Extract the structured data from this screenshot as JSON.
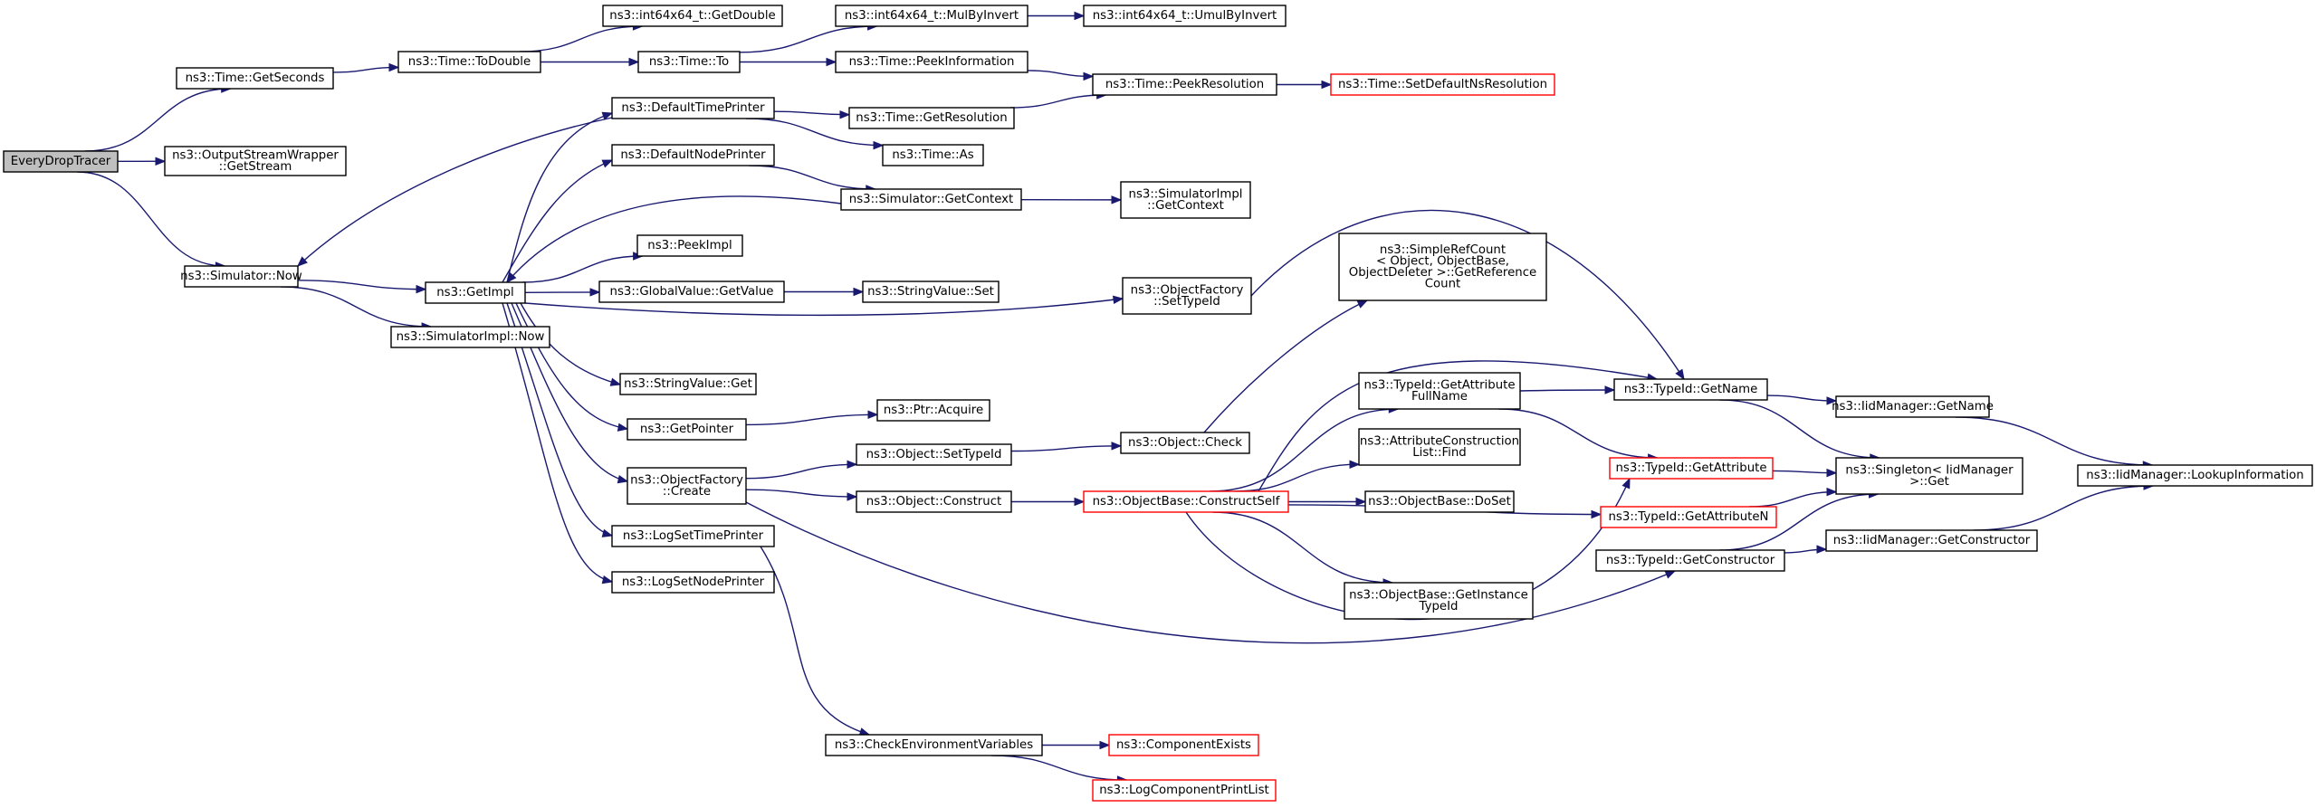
{
  "colors": {
    "edge": "#191970",
    "node_border": "#000000",
    "node_border_truncated": "#ff0000",
    "root_fill": "#bfbfbf"
  },
  "nodes": [
    {
      "id": "n0",
      "lines": [
        "EveryDropTracer"
      ],
      "style": "root"
    },
    {
      "id": "n1",
      "lines": [
        "ns3::Time::GetSeconds"
      ]
    },
    {
      "id": "n2",
      "lines": [
        "ns3::OutputStreamWrapper",
        "::GetStream"
      ]
    },
    {
      "id": "n3",
      "lines": [
        "ns3::Simulator::Now"
      ]
    },
    {
      "id": "n4",
      "lines": [
        "ns3::Time::ToDouble"
      ]
    },
    {
      "id": "n5",
      "lines": [
        "ns3::int64x64_t::GetDouble"
      ]
    },
    {
      "id": "n6",
      "lines": [
        "ns3::Time::To"
      ]
    },
    {
      "id": "n7",
      "lines": [
        "ns3::int64x64_t::MulByInvert"
      ]
    },
    {
      "id": "n8",
      "lines": [
        "ns3::int64x64_t::UmulByInvert"
      ]
    },
    {
      "id": "n9",
      "lines": [
        "ns3::Time::PeekInformation"
      ]
    },
    {
      "id": "n10",
      "lines": [
        "ns3::Time::PeekResolution"
      ]
    },
    {
      "id": "n11",
      "lines": [
        "ns3::Time::SetDefaultNsResolution"
      ],
      "style": "red"
    },
    {
      "id": "n12",
      "lines": [
        "ns3::GetImpl"
      ]
    },
    {
      "id": "n13",
      "lines": [
        "ns3::SimulatorImpl::Now"
      ]
    },
    {
      "id": "n14",
      "lines": [
        "ns3::DefaultTimePrinter"
      ]
    },
    {
      "id": "n15",
      "lines": [
        "ns3::Time::GetResolution"
      ]
    },
    {
      "id": "n16",
      "lines": [
        "ns3::Time::As"
      ]
    },
    {
      "id": "n17",
      "lines": [
        "ns3::DefaultNodePrinter"
      ]
    },
    {
      "id": "n18",
      "lines": [
        "ns3::Simulator::GetContext"
      ]
    },
    {
      "id": "n19",
      "lines": [
        "ns3::SimulatorImpl",
        "::GetContext"
      ]
    },
    {
      "id": "n20",
      "lines": [
        "ns3::PeekImpl"
      ]
    },
    {
      "id": "n21",
      "lines": [
        "ns3::GlobalValue::GetValue"
      ]
    },
    {
      "id": "n22",
      "lines": [
        "ns3::StringValue::Set"
      ]
    },
    {
      "id": "n23",
      "lines": [
        "ns3::ObjectFactory",
        "::SetTypeId"
      ]
    },
    {
      "id": "n24",
      "lines": [
        "ns3::SimpleRefCount",
        "< Object, ObjectBase,",
        "ObjectDeleter >::GetReference",
        "Count"
      ]
    },
    {
      "id": "n25",
      "lines": [
        "ns3::StringValue::Get"
      ]
    },
    {
      "id": "n26",
      "lines": [
        "ns3::Ptr::Acquire"
      ]
    },
    {
      "id": "n27",
      "lines": [
        "ns3::GetPointer"
      ]
    },
    {
      "id": "n28",
      "lines": [
        "ns3::Object::SetTypeId"
      ]
    },
    {
      "id": "n29",
      "lines": [
        "ns3::Object::Check"
      ]
    },
    {
      "id": "n30",
      "lines": [
        "ns3::ObjectFactory",
        "::Create"
      ]
    },
    {
      "id": "n31",
      "lines": [
        "ns3::Object::Construct"
      ]
    },
    {
      "id": "n32",
      "lines": [
        "ns3::ObjectBase::ConstructSelf"
      ],
      "style": "red"
    },
    {
      "id": "n33",
      "lines": [
        "ns3::TypeId::GetAttribute",
        "FullName"
      ]
    },
    {
      "id": "n34",
      "lines": [
        "ns3::TypeId::GetName"
      ]
    },
    {
      "id": "n35",
      "lines": [
        "ns3::IidManager::GetName"
      ]
    },
    {
      "id": "n36",
      "lines": [
        "ns3::AttributeConstruction",
        "List::Find"
      ]
    },
    {
      "id": "n37",
      "lines": [
        "ns3::TypeId::GetAttribute"
      ],
      "style": "red"
    },
    {
      "id": "n38",
      "lines": [
        "ns3::Singleton< IidManager",
        ">::Get"
      ]
    },
    {
      "id": "n39",
      "lines": [
        "ns3::IidManager::LookupInformation"
      ]
    },
    {
      "id": "n40",
      "lines": [
        "ns3::ObjectBase::DoSet"
      ]
    },
    {
      "id": "n41",
      "lines": [
        "ns3::TypeId::GetAttributeN"
      ],
      "style": "red"
    },
    {
      "id": "n42",
      "lines": [
        "ns3::TypeId::GetConstructor"
      ]
    },
    {
      "id": "n43",
      "lines": [
        "ns3::IidManager::GetConstructor"
      ]
    },
    {
      "id": "n44",
      "lines": [
        "ns3::ObjectBase::GetInstance",
        "TypeId"
      ]
    },
    {
      "id": "n45",
      "lines": [
        "ns3::LogSetTimePrinter"
      ]
    },
    {
      "id": "n46",
      "lines": [
        "ns3::LogSetNodePrinter"
      ]
    },
    {
      "id": "n47",
      "lines": [
        "ns3::CheckEnvironmentVariables"
      ]
    },
    {
      "id": "n48",
      "lines": [
        "ns3::ComponentExists"
      ],
      "style": "red"
    },
    {
      "id": "n49",
      "lines": [
        "ns3::LogComponentPrintList"
      ],
      "style": "red"
    }
  ],
  "edges": [
    [
      "n0",
      "n1"
    ],
    [
      "n0",
      "n2"
    ],
    [
      "n0",
      "n3"
    ],
    [
      "n1",
      "n4"
    ],
    [
      "n4",
      "n5"
    ],
    [
      "n4",
      "n6"
    ],
    [
      "n6",
      "n7"
    ],
    [
      "n6",
      "n9"
    ],
    [
      "n7",
      "n8"
    ],
    [
      "n9",
      "n10"
    ],
    [
      "n10",
      "n11"
    ],
    [
      "n3",
      "n12"
    ],
    [
      "n3",
      "n13"
    ],
    [
      "n12",
      "n14"
    ],
    [
      "n12",
      "n17"
    ],
    [
      "n12",
      "n20"
    ],
    [
      "n12",
      "n21"
    ],
    [
      "n12",
      "n23"
    ],
    [
      "n12",
      "n25"
    ],
    [
      "n12",
      "n27"
    ],
    [
      "n12",
      "n30"
    ],
    [
      "n12",
      "n45"
    ],
    [
      "n12",
      "n46"
    ],
    [
      "n14",
      "n3"
    ],
    [
      "n14",
      "n15"
    ],
    [
      "n14",
      "n16"
    ],
    [
      "n15",
      "n10"
    ],
    [
      "n17",
      "n18"
    ],
    [
      "n18",
      "n12"
    ],
    [
      "n18",
      "n19"
    ],
    [
      "n21",
      "n22"
    ],
    [
      "n23",
      "n34"
    ],
    [
      "n27",
      "n26"
    ],
    [
      "n30",
      "n28"
    ],
    [
      "n30",
      "n31"
    ],
    [
      "n30",
      "n42"
    ],
    [
      "n28",
      "n29"
    ],
    [
      "n29",
      "n24"
    ],
    [
      "n31",
      "n32"
    ],
    [
      "n32",
      "n33"
    ],
    [
      "n32",
      "n34"
    ],
    [
      "n32",
      "n36"
    ],
    [
      "n32",
      "n37"
    ],
    [
      "n32",
      "n40"
    ],
    [
      "n32",
      "n41"
    ],
    [
      "n32",
      "n44"
    ],
    [
      "n32",
      "n37"
    ],
    [
      "n33",
      "n34"
    ],
    [
      "n33",
      "n37"
    ],
    [
      "n34",
      "n35"
    ],
    [
      "n34",
      "n38"
    ],
    [
      "n35",
      "n39"
    ],
    [
      "n37",
      "n38"
    ],
    [
      "n41",
      "n38"
    ],
    [
      "n42",
      "n38"
    ],
    [
      "n42",
      "n43"
    ],
    [
      "n43",
      "n39"
    ],
    [
      "n45",
      "n47"
    ],
    [
      "n47",
      "n48"
    ],
    [
      "n47",
      "n49"
    ]
  ]
}
